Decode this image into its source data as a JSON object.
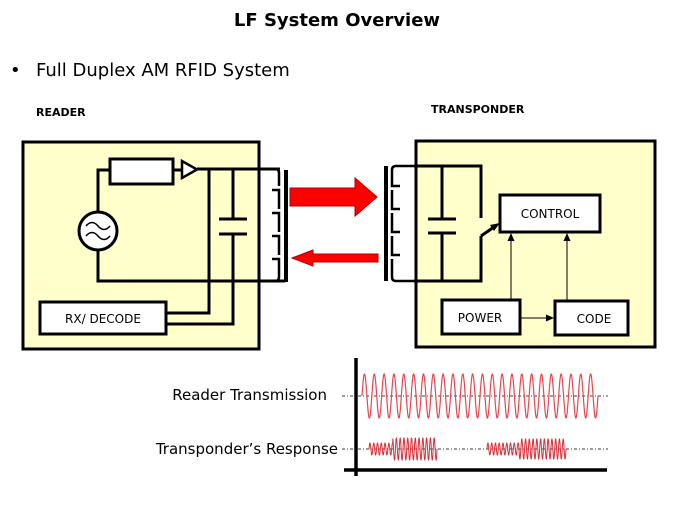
{
  "title": "LF System Overview",
  "bullet": {
    "symbol": "•",
    "text": "Full Duplex AM RFID System"
  },
  "reader": {
    "label": "READER",
    "blocks": {
      "rx_decode": "RX/ DECODE"
    },
    "components": [
      "oscillator",
      "driver-resistor",
      "amplifier",
      "capacitor",
      "antenna-coil"
    ]
  },
  "transponder": {
    "label": "TRANSPONDER",
    "blocks": {
      "control": "CONTROL",
      "power": "POWER",
      "code": "CODE"
    },
    "components": [
      "antenna-coil",
      "capacitor",
      "switch"
    ]
  },
  "arrows": {
    "forward": "reader-to-transponder",
    "backward": "transponder-to-reader"
  },
  "colors": {
    "box_fill": "#FFFFCC",
    "arrow": "#FF0000",
    "wave": "#E8474F"
  },
  "waveforms": {
    "reader_label": "Reader Transmission",
    "response_label": "Transponder’s Response",
    "reader_cycles": 24,
    "response_bursts": 2
  }
}
